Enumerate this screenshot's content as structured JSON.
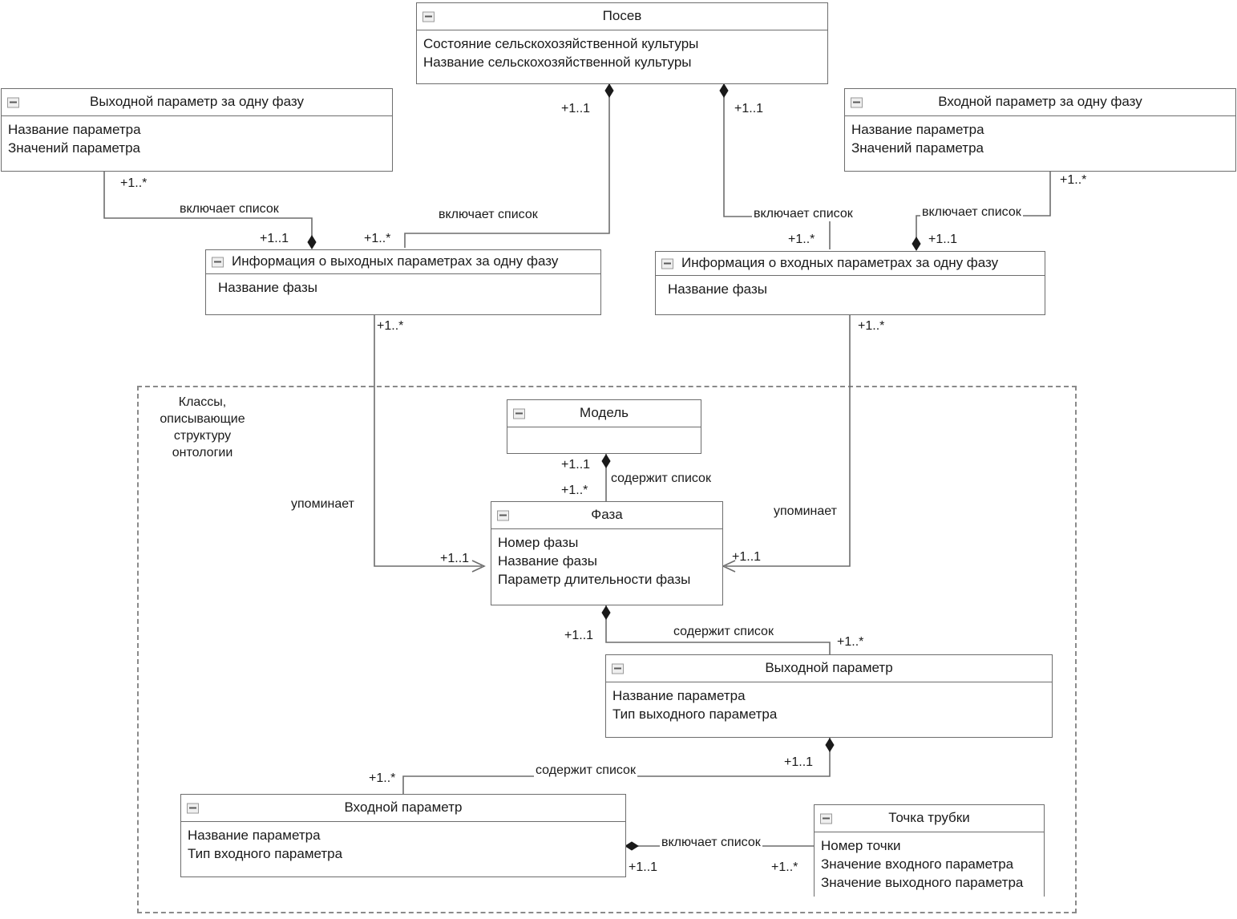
{
  "diagram": {
    "type": "uml-class-diagram",
    "group_frame_label": "Классы,\nописывающие\nструктуру\nонтологии",
    "group_label_lines": [
      "Классы,",
      "описывающие",
      "структуру",
      "онтологии"
    ]
  },
  "classes": {
    "posev": {
      "name": "Посев",
      "attributes": [
        "Состояние сельскохозяйственной культуры",
        "Название сельскохозяйственной культуры"
      ]
    },
    "output_param_phase": {
      "name": "Выходной параметр за одну фазу",
      "attributes": [
        "Название параметра",
        "Значений параметра"
      ]
    },
    "input_param_phase": {
      "name": "Входной параметр за одну фазу",
      "attributes": [
        "Название параметра",
        "Значений параметра"
      ]
    },
    "output_info_phase": {
      "name": "Информация о выходных параметрах за одну фазу",
      "attributes": [
        "Название фазы"
      ]
    },
    "input_info_phase": {
      "name": "Информация о входных параметрах за одну фазу",
      "attributes": [
        "Название фазы"
      ]
    },
    "model": {
      "name": "Модель",
      "attributes": []
    },
    "phase": {
      "name": "Фаза",
      "attributes": [
        "Номер фазы",
        "Название фазы",
        "Параметр длительности фазы"
      ]
    },
    "output_param": {
      "name": "Выходной параметр",
      "attributes": [
        "Название параметра",
        "Тип выходного параметра"
      ]
    },
    "input_param": {
      "name": "Входной параметр",
      "attributes": [
        "Название параметра",
        "Тип входного параметра"
      ]
    },
    "tube_point": {
      "name": "Точка трубки",
      "attributes": [
        "Номер точки",
        "Значение входного параметра",
        "Значение выходного параметра"
      ]
    }
  },
  "associations": [
    {
      "id": "a1",
      "label": "включает список",
      "from": "posev",
      "to": "output_info_phase",
      "from_mult": "+1..1",
      "to_mult": "+1..*"
    },
    {
      "id": "a2",
      "label": "включает список",
      "from": "posev",
      "to": "input_info_phase",
      "from_mult": "+1..1",
      "to_mult": "+1..*"
    },
    {
      "id": "a3",
      "label": "включает список",
      "from": "output_param_phase",
      "to": "output_info_phase",
      "from_mult": "+1..*",
      "to_mult": "+1..1"
    },
    {
      "id": "a4",
      "label": "включает список",
      "from": "input_param_phase",
      "to": "input_info_phase",
      "from_mult": "+1..*",
      "to_mult": "+1..1"
    },
    {
      "id": "a5",
      "label": "упоминает",
      "from": "output_info_phase",
      "to": "phase",
      "from_mult": "+1..*",
      "to_mult": "+1..1"
    },
    {
      "id": "a6",
      "label": "упоминает",
      "from": "input_info_phase",
      "to": "phase",
      "from_mult": "+1..*",
      "to_mult": "+1..1"
    },
    {
      "id": "a7",
      "label": "содержит список",
      "from": "model",
      "to": "phase",
      "from_mult": "+1..1",
      "to_mult": "+1..*"
    },
    {
      "id": "a8",
      "label": "содержит список",
      "from": "phase",
      "to": "output_param",
      "from_mult": "+1..1",
      "to_mult": "+1..*"
    },
    {
      "id": "a9",
      "label": "содержит список",
      "from": "output_param",
      "to": "input_param",
      "from_mult": "+1..1",
      "to_mult": "+1..*"
    },
    {
      "id": "a10",
      "label": "включает список",
      "from": "tube_point",
      "to": "input_param",
      "from_mult": "+1..*",
      "to_mult": "+1..1"
    }
  ],
  "labels": {
    "m_posev_out": "+1..1",
    "m_posev_in": "+1..1",
    "m_outphase": "+1..*",
    "m_inphase": "+1..*",
    "m_outinfo_left": "+1..1",
    "m_outinfo_right": "+1..*",
    "m_ininfo_left": "+1..*",
    "m_ininfo_right": "+1..1",
    "m_outinfo_down": "+1..*",
    "m_ininfo_down": "+1..*",
    "m_model": "+1..1",
    "m_phase_up": "+1..*",
    "m_phase_left": "+1..1",
    "m_phase_right": "+1..1",
    "m_phase_down": "+1..1",
    "m_outparam_up": "+1..*",
    "m_outparam_down": "+1..1",
    "m_inparam_up": "+1..*",
    "m_inparam_right": "+1..1",
    "m_tubepoint_left": "+1..*",
    "lbl_inc1": "включает список",
    "lbl_inc2": "включает список",
    "lbl_inc3": "включает список",
    "lbl_inc4": "включает список",
    "lbl_mentions_left": "упоминает",
    "lbl_mentions_right": "упоминает",
    "lbl_cont1": "содержит список",
    "lbl_cont2": "содержит список",
    "lbl_cont3": "содержит список",
    "lbl_inc5": "включает список"
  },
  "colors": {
    "line": "#6d6d6d",
    "text": "#1a1a1a",
    "frame_dash": "#8a8a8a",
    "background": "#ffffff"
  }
}
